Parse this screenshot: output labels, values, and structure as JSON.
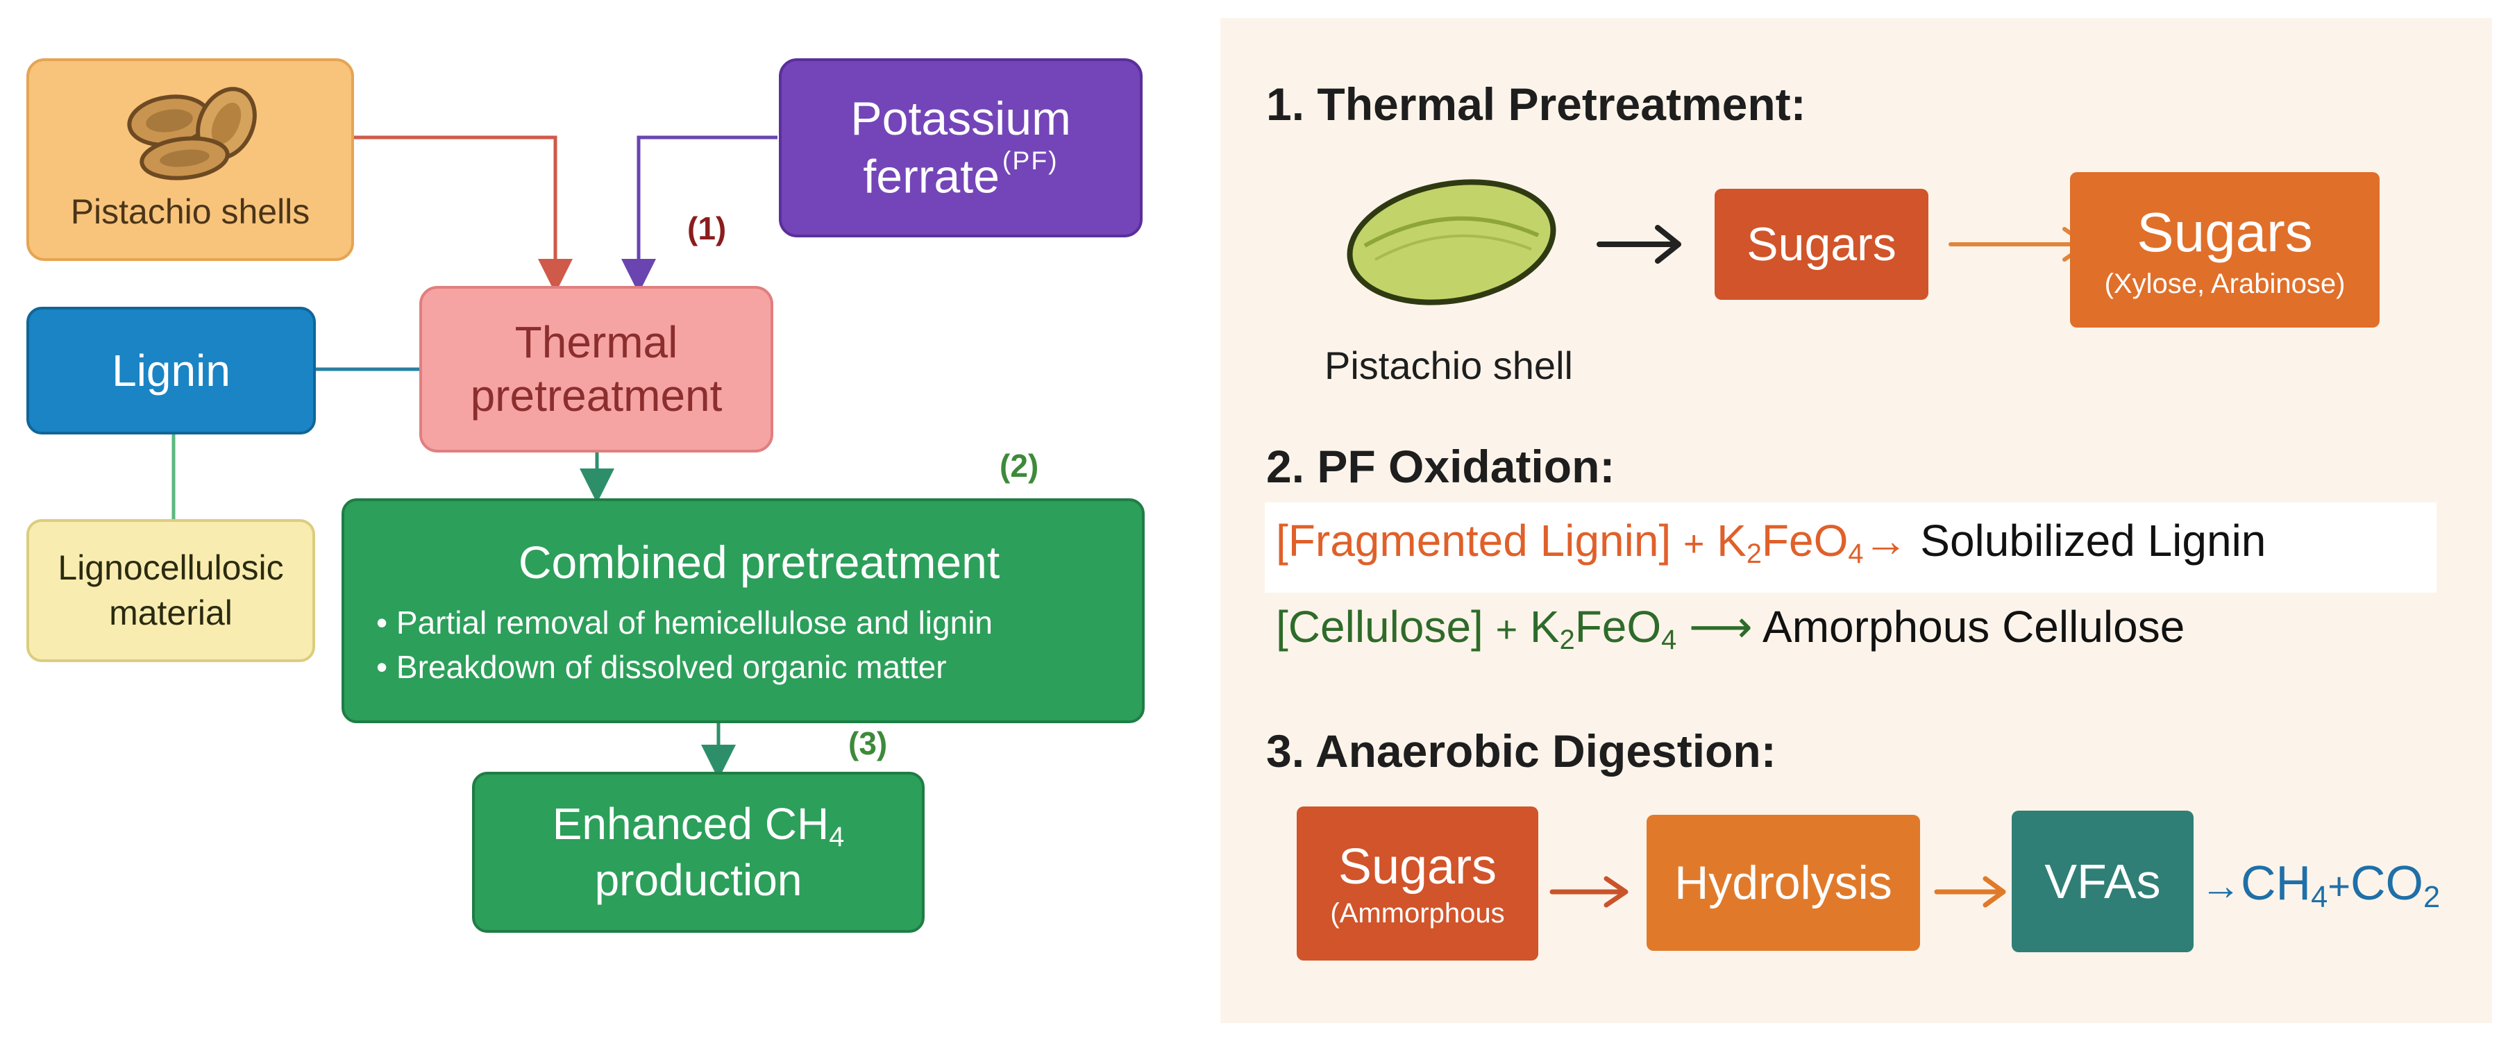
{
  "left": {
    "pistachio_shells": "Pistachio shells",
    "potassium_ferrate": {
      "line1": "Potassium",
      "line2": "ferrate",
      "tag": "(PF)"
    },
    "step1": "(1)",
    "step2": "(2)",
    "step3": "(3)",
    "thermal": {
      "line1": "Thermal",
      "line2": "pretreatment"
    },
    "lignin": "Lignin",
    "lignocellulosic": {
      "line1": "Lignocellulosic",
      "line2": "material"
    },
    "combined": {
      "title": "Combined pretreatment",
      "bullet1": "• Partial removal of hemicellulose and lignin",
      "bullet2": "• Breakdown of dissolved organic matter"
    },
    "enhanced": {
      "line1_pre": "Enhanced CH",
      "line1_sub": "4",
      "line2": "production"
    }
  },
  "right": {
    "s1": {
      "heading": "1. Thermal Pretreatment:",
      "shell_label": "Pistachio shell",
      "sugars1": "Sugars",
      "sugars2": "Sugars",
      "sugars2_sub": "(Xylose, Arabinose)"
    },
    "s2": {
      "heading": "2. PF Oxidation:",
      "eq1": {
        "reactant": "[Fragmented Lignin]",
        "plus": "+",
        "k": "K",
        "k_sub": "2",
        "fe": "FeO",
        "fe_sub": "4",
        "arrow": "→",
        "product": "Solubilized Lignin"
      },
      "eq2": {
        "reactant": "[Cellulose]",
        "plus": "+",
        "k": "K",
        "k_sub": "2",
        "fe": "FeO",
        "fe_sub": "4",
        "arrow": "⟶",
        "product": "Amorphous Cellulose"
      }
    },
    "s3": {
      "heading": "3. Anaerobic Digestion:",
      "sugars": "Sugars",
      "sugars_sub": "(Ammorphous",
      "hydrolysis": "Hydrolysis",
      "vfas": "VFAs",
      "prod": {
        "arrow": "→",
        "ch": "CH",
        "ch_sub": "4",
        "plus": "+",
        "co": "CO",
        "co_sub": "2"
      }
    }
  },
  "colors": {
    "orange_box": "#f8c47c",
    "purple_box": "#7445b8",
    "pink_box": "#f6a3a3",
    "blue_box": "#1a84c4",
    "yellow_box": "#f8ecb0",
    "green_box": "#2c9f5a",
    "dark_red": "#8b1d1d",
    "step_green": "#3d8a3a",
    "rust": "#c9542c",
    "orange": "#e07a2a",
    "teal": "#2f7f76",
    "blue_text": "#1f6fa8"
  }
}
